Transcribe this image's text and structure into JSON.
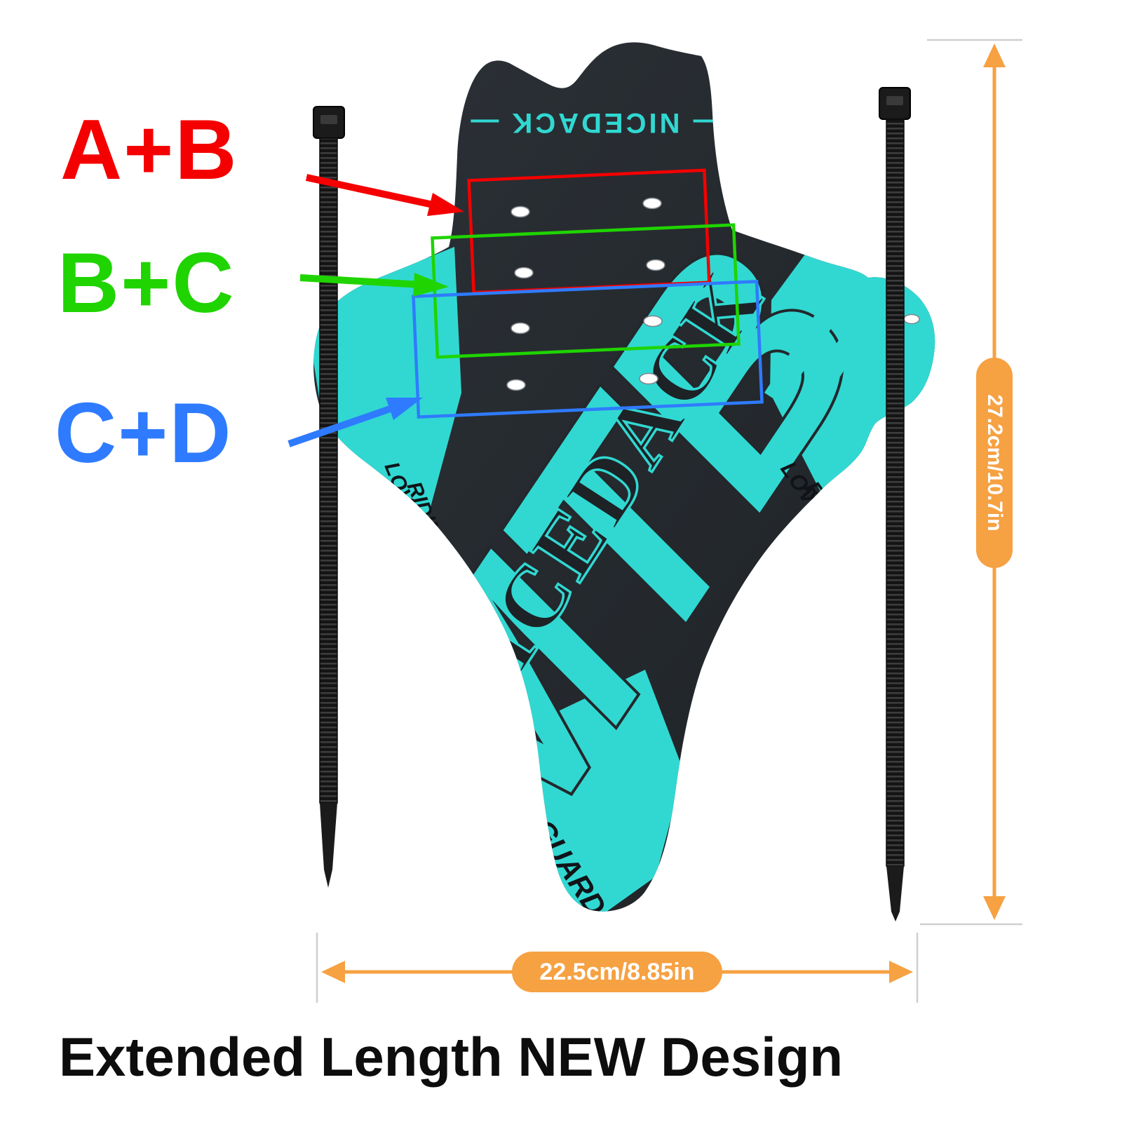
{
  "caption": "Extended Length NEW Design",
  "labels": {
    "ab": "A+B",
    "bc": "B+C",
    "cd": "C+D"
  },
  "dimensions": {
    "height_label": "27.2cm/10.7in",
    "width_label": "22.5cm/8.85in"
  },
  "mudguard": {
    "brand_top": "— NICEDACK —",
    "brand_diagonal": "NICEDACK",
    "model": "MTB",
    "love": "LOVE",
    "riding": "RIDING",
    "mudguard_text": "MUDGUARD"
  },
  "colors": {
    "teal": "#31d8d2",
    "body_dark": "#24292d",
    "annotation_red": "#f40000",
    "annotation_green": "#1fd400",
    "annotation_blue": "#2f7bff",
    "dimension_orange": "#f6a142",
    "tie_black": "#1b1b1b"
  }
}
